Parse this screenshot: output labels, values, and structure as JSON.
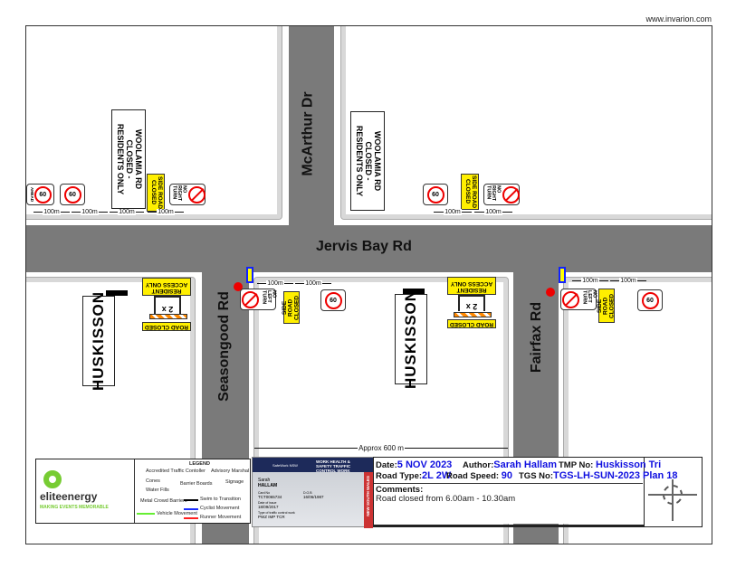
{
  "watermark": "www.invarion.com",
  "roads": {
    "main": "Jervis Bay Rd",
    "north": "McArthur Dr",
    "west_side": "Seasongood Rd",
    "east_side": "Fairfax Rd"
  },
  "signs": {
    "speed": "60",
    "ahead": "AHEAD",
    "woolamia": "WOOLAMIA RD CLOSED - RESIDENTS ONLY",
    "side_road_closed": "SIDE ROAD CLOSED",
    "no_right_turn": "NO RIGHT TURN",
    "no_left_turn": "NO LEFT TURN",
    "resident_access": "RESIDENT ACCESS ONLY",
    "barrier_count": "2 x",
    "road_closed": "ROAD CLOSED",
    "huskisson": "HUSKISSON"
  },
  "dimensions": {
    "spacing": "100m",
    "approx": "Approx 600 m"
  },
  "legend": {
    "title": "LEGEND",
    "items": [
      "Accredited Traffic Contoller",
      "Advisory Marshal",
      "Cones",
      "Barrier Boards",
      "Signage",
      "Water Fills",
      "Metal Crowd Barriers",
      "Swim to Transition",
      "Cyclist Movement",
      "Vehicle Movement",
      "Runner Movement"
    ],
    "colors": {
      "swim": "#000000",
      "cyclist": "#1a2cff",
      "runner": "#ff2020",
      "vehicle": "#66ee33"
    }
  },
  "logo": {
    "name": "eliteenergy",
    "tagline": "MAKING EVENTS MEMORABLE"
  },
  "card": {
    "issuer": "SafeWork NSW",
    "title": "WORK HEALTH & SAFETY TRAFFIC CONTROL WORK",
    "first_name": "Sarah",
    "last_name": "HALLAM",
    "card_no_label": "Card No",
    "card_no": "TCT0065734",
    "dob_label": "D.O.B",
    "dob": "16/06/1987",
    "issue_label": "Date of issue",
    "issue": "18/09/2017",
    "type_label": "Type of traffic control work",
    "type": "PWZ IMP TCR",
    "state": "NEW SOUTH WALES"
  },
  "info": {
    "date_label": "Date:",
    "date": "5 NOV 2023",
    "author_label": "Author:",
    "author": "Sarah Hallam",
    "tmp_label": "TMP No:",
    "tmp": "Huskisson Tri",
    "road_type_label": "Road Type:",
    "road_type": "2L 2W",
    "speed_label": "Road Speed:",
    "speed": "90",
    "tgs_label": "TGS No:",
    "tgs": "TGS-LH-SUN-2023 Plan 18",
    "comments_label": "Comments:",
    "comments": "Road closed from 6.00am - 10.30am"
  }
}
